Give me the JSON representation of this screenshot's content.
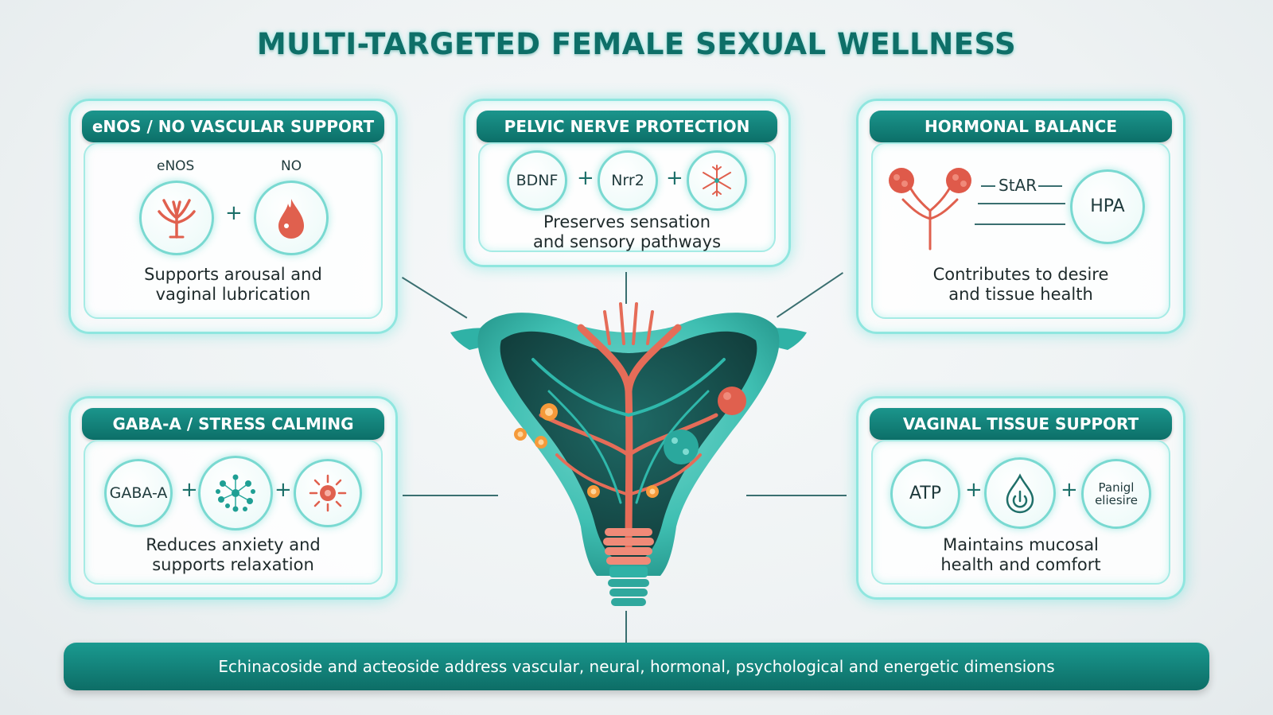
{
  "title": "MULTI-TARGETED FEMALE SEXUAL WELLNESS",
  "panels": {
    "vascular": {
      "header": "eNOS / NO VASCULAR SUPPORT",
      "label_left": "eNOS",
      "label_right": "NO",
      "plus": "+",
      "desc_line1": "Supports arousal and",
      "desc_line2": "vaginal lubrication",
      "icons": [
        "vascular-branch-icon",
        "flame-drop-icon"
      ]
    },
    "nerve": {
      "header": "PELVIC NERVE PROTECTION",
      "items": [
        "BDNF",
        "Nrr2"
      ],
      "plus": "+",
      "desc_line1": "Preserves sensation",
      "desc_line2": "and sensory pathways",
      "icons": [
        "snowflake-neuron-icon"
      ]
    },
    "hormonal": {
      "header": "HORMONAL BALANCE",
      "star_label": "StAR",
      "hpa_label": "HPA",
      "desc_line1": "Contributes to desire",
      "desc_line2": "and tissue health",
      "icons": [
        "ovary-icon"
      ]
    },
    "gaba": {
      "header": "GABA-A / STRESS CALMING",
      "item": "GABA-A",
      "plus": "+",
      "desc_line1": "Reduces anxiety and",
      "desc_line2": "supports relaxation",
      "icons": [
        "molecule-network-icon",
        "sun-virus-icon"
      ]
    },
    "tissue": {
      "header": "VAGINAL TISSUE SUPPORT",
      "item_left": "ATP",
      "item_right_line1": "Panigl",
      "item_right_line2": "eliesire",
      "plus": "+",
      "desc_line1": "Maintains mucosal",
      "desc_line2": "health and comfort",
      "icons": [
        "water-drop-power-icon"
      ]
    }
  },
  "banner": "Echinacoside and acteoside address vascular, neural, hormonal, psychological and energetic dimensions",
  "colors": {
    "teal_dark": "#0c6f68",
    "teal_light": "#8fe6df",
    "coral": "#e0604e",
    "organ_teal": "#3fbfb2"
  }
}
